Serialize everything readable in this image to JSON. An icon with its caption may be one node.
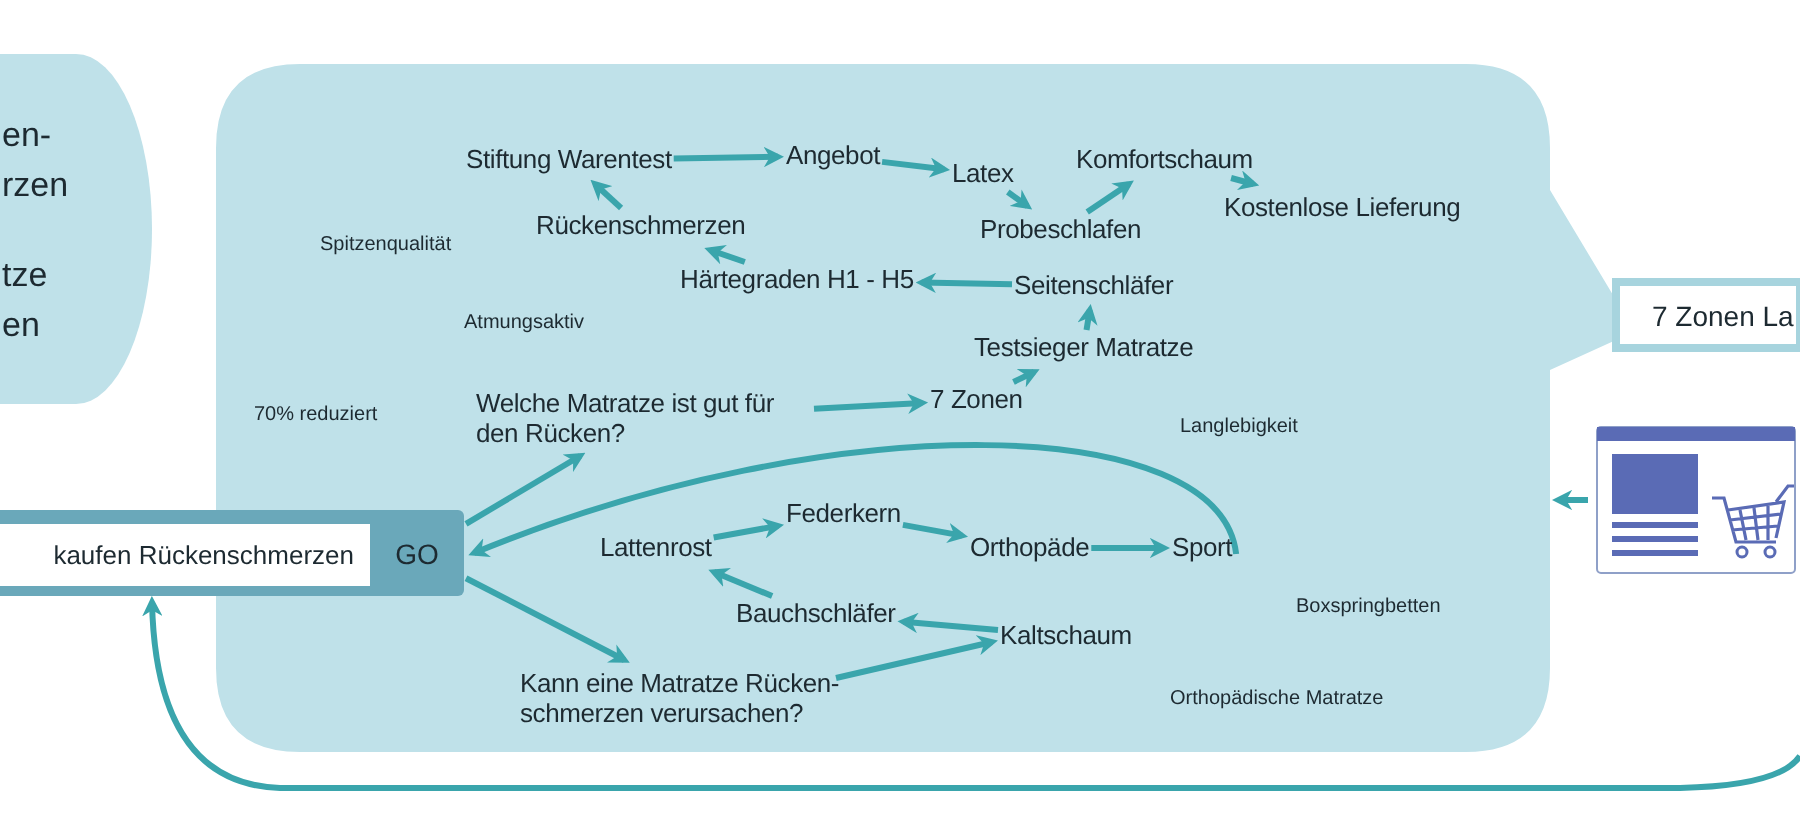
{
  "diagram": {
    "nodes": [
      {
        "text": [
          "en- rzen",
          "tze en"
        ]
      },
      {
        "text": [],
        "shape": "box"
      },
      {
        "text": [
          "kaufen Rückenschmerzen"
        ]
      },
      {
        "text": [
          "GO"
        ],
        "in": 1
      },
      {
        "text": [
          "Stiftung Warentest"
        ],
        "in": 1
      },
      {
        "text": [
          "Angebot"
        ],
        "in": 1
      },
      {
        "text": [
          "Latex"
        ],
        "in": 1
      },
      {
        "text": [
          "Komfortschaum"
        ],
        "in": 1
      },
      {
        "text": [
          "Kostenlose Lieferung"
        ],
        "in": 1
      },
      {
        "text": [
          "Rückenschmerzen"
        ],
        "in": 1
      },
      {
        "text": [
          "Probeschlafen"
        ],
        "in": 1
      },
      {
        "text": [
          "Härtegraden H1 - H5"
        ],
        "in": 1
      },
      {
        "text": [
          "Seitenschläfer"
        ],
        "in": 1
      },
      {
        "text": [
          "Testsieger Matratze"
        ],
        "in": 1
      },
      {
        "text": [
          "Welche Matratze ist gut für den Rücken?"
        ],
        "in": 1
      },
      {
        "text": [
          "7 Zonen"
        ],
        "in": 1
      },
      {
        "text": [
          "Federkern"
        ],
        "in": 1
      },
      {
        "text": [
          "Lattenrost"
        ],
        "in": 1
      },
      {
        "text": [
          "Orthopäde"
        ],
        "in": 1
      },
      {
        "text": [
          "Sport"
        ],
        "in": 1
      },
      {
        "text": [
          "Bauchschläfer"
        ],
        "in": 1
      },
      {
        "text": [
          "Kaltschaum"
        ],
        "in": 1
      },
      {
        "text": [
          "Kann eine Matratze Rücken- schmerzen verursachen?"
        ],
        "in": 1
      },
      {
        "text": [
          "7 Zonen La"
        ]
      },
      {
        "text": [],
        "shape": "picture"
      }
    ],
    "edges": [
      {
        "from": 3,
        "to": 14,
        "arrow": "to"
      },
      {
        "from": 3,
        "to": 22,
        "arrow": "to"
      },
      {
        "from": 9,
        "to": 4,
        "arrow": "to"
      },
      {
        "from": 4,
        "to": 5,
        "arrow": "to"
      },
      {
        "from": 5,
        "to": 6,
        "arrow": "to"
      },
      {
        "from": 6,
        "to": 10,
        "arrow": "to"
      },
      {
        "from": 10,
        "to": 7,
        "arrow": "to"
      },
      {
        "from": 7,
        "to": 8,
        "arrow": "to"
      },
      {
        "from": 11,
        "to": 9,
        "arrow": "to"
      },
      {
        "from": 12,
        "to": 11,
        "arrow": "to"
      },
      {
        "from": 13,
        "to": 12,
        "arrow": "to"
      },
      {
        "from": 15,
        "to": 13,
        "arrow": "to"
      },
      {
        "from": 14,
        "to": 15,
        "arrow": "to"
      },
      {
        "from": 17,
        "to": 16,
        "arrow": "to"
      },
      {
        "from": 16,
        "to": 18,
        "arrow": "to"
      },
      {
        "from": 18,
        "to": 19,
        "arrow": "to"
      },
      {
        "from": 19,
        "to": 3,
        "arrow": "to"
      },
      {
        "from": 20,
        "to": 17,
        "arrow": "to"
      },
      {
        "from": 21,
        "to": 20,
        "arrow": "to"
      },
      {
        "from": 22,
        "to": 21,
        "arrow": "to"
      },
      {
        "from": 24,
        "to": 1,
        "arrow": "to"
      },
      {
        "from": null,
        "to": 2,
        "arrow": "to"
      }
    ],
    "labels": [
      "Spitzenqualität",
      "Atmungsaktiv",
      "70% reduziert",
      "Langlebigkeit",
      "Boxspringbetten",
      "Orthopädische Matratze"
    ]
  }
}
